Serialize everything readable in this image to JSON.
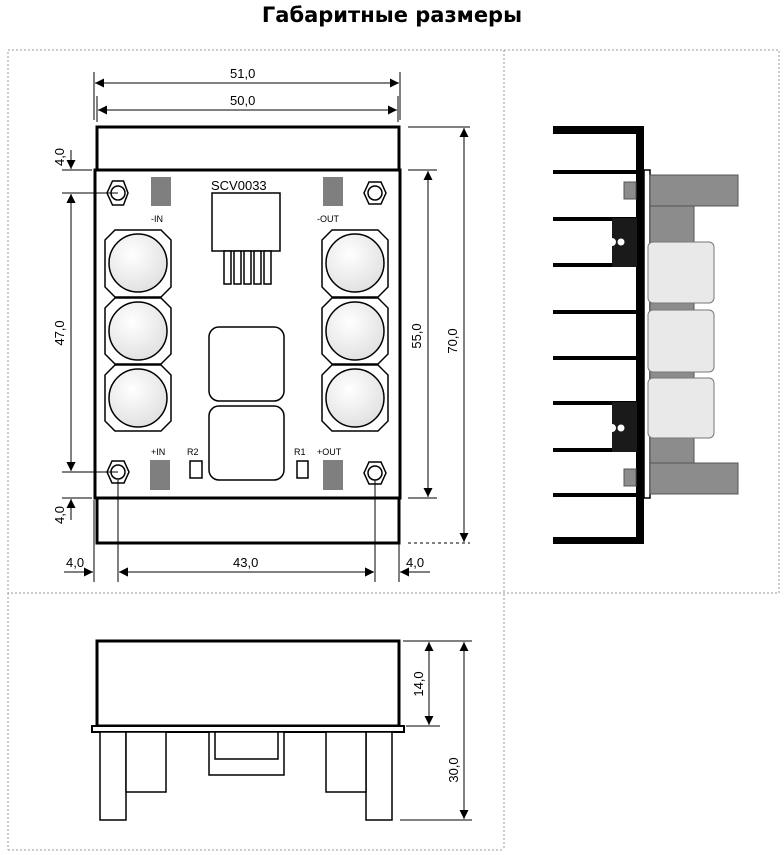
{
  "title": "Габаритные размеры",
  "top_view": {
    "dim_width_outer": "51,0",
    "dim_width_inner": "50,0",
    "dim_height_total": "70,0",
    "dim_height_board": "55,0",
    "dim_hole_span_v": "47,0",
    "dim_top_offset": "4,0",
    "dim_bottom_offset": "4,0",
    "dim_left_offset": "4,0",
    "dim_hole_span_h": "43,0",
    "dim_right_offset": "4,0",
    "chip_label": "SCV0033",
    "pad_minus_in": "-IN",
    "pad_minus_out": "-OUT",
    "pad_plus_in": "+IN",
    "pad_plus_out": "+OUT",
    "resistor_r1": "R1",
    "resistor_r2": "R2"
  },
  "front_view": {
    "dim_body_height": "14,0",
    "dim_total_height": "30,0"
  },
  "colors": {
    "outline": "#000000",
    "pad": "#7f7f7f",
    "pin_gray": "#8c8c8c",
    "capacitor_light": "#e9e9e9",
    "frame": "#9a9a9a"
  }
}
